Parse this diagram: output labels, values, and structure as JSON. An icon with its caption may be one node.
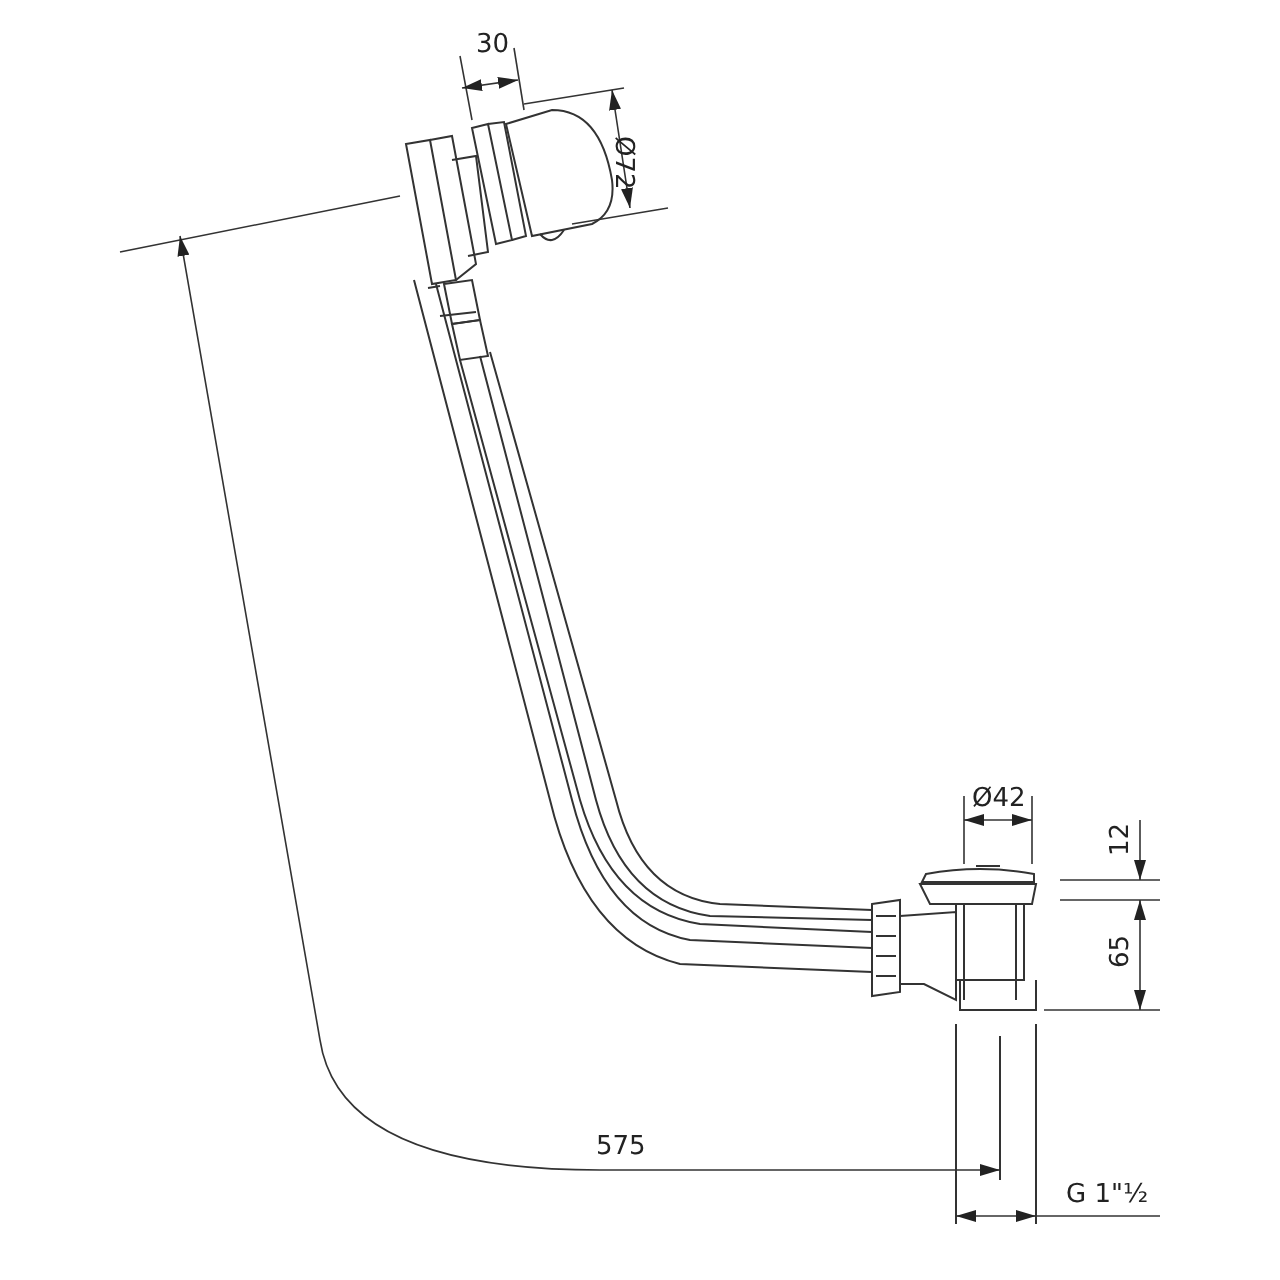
{
  "diagram": {
    "labels": [
      "30",
      "Ø72",
      "Ø42",
      "12",
      "65",
      "575",
      "G 1\"½"
    ]
  }
}
